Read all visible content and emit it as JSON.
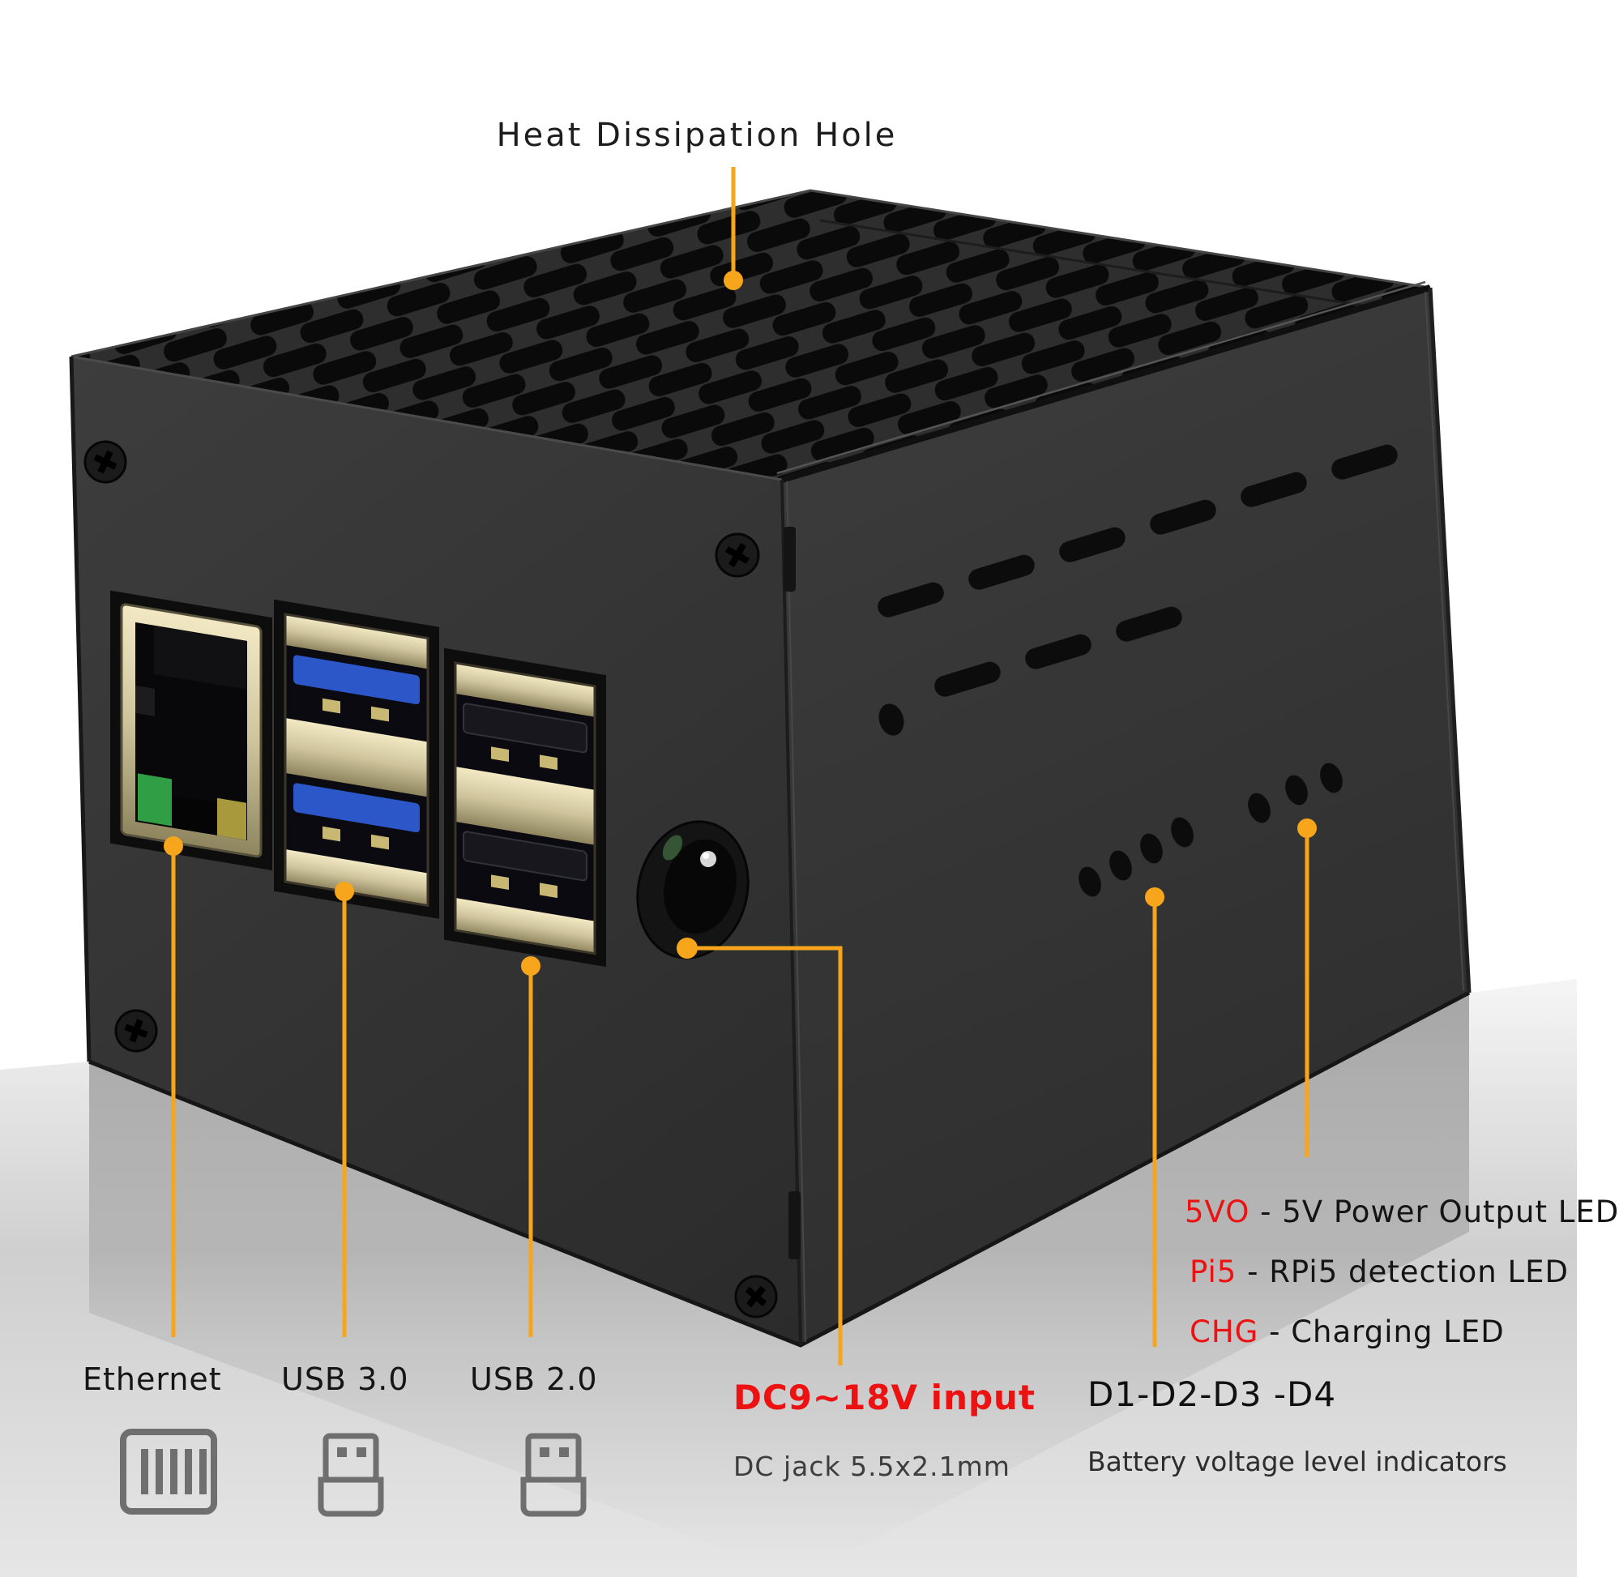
{
  "title": {
    "text": "Heat Dissipation Hole"
  },
  "ports": {
    "ethernet_label": "Ethernet",
    "usb3_label": "USB 3.0",
    "usb2_label": "USB 2.0"
  },
  "dc": {
    "label": "DC9~18V input",
    "sub_label": "DC jack 5.5x2.1mm"
  },
  "battery": {
    "label": "D1-D2-D3 -D4",
    "sub_label": "Battery voltage level indicators"
  },
  "leds": [
    {
      "prefix": "5VO",
      "rest": " - 5V Power Output LED"
    },
    {
      "prefix": "Pi5",
      "rest": " - RPi5 detection LED"
    },
    {
      "prefix": "CHG",
      "rest": " - Charging LED"
    }
  ],
  "icons": {
    "ethernet": "ethernet-jack-icon",
    "usb3": "usb-plug-icon",
    "usb2": "usb-plug-icon",
    "callout": "leader-line-with-dot"
  },
  "colors": {
    "accent_orange": "#F7A51B",
    "label_red": "#ED1111",
    "text_dark": "#151515",
    "text_gray": "#3d3d3d",
    "case_dark": "#333333",
    "usb3_tongue_blue": "#2B57C8",
    "floor_gray": "#d8d8d8"
  }
}
